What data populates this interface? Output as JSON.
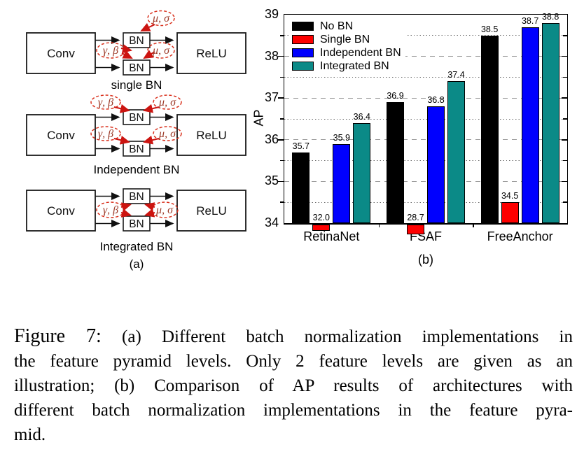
{
  "panel_a": {
    "sublabel": "(a)",
    "diagram1": {
      "title": "single BN",
      "conv": "Conv",
      "relu": "ReLU",
      "bn1": "BN",
      "bn2": "BN",
      "mu_top": "μ, σ",
      "gamma_mid": "γ, β",
      "mu_mid": "μ, σ"
    },
    "diagram2": {
      "title": "Independent BN",
      "conv": "Conv",
      "relu": "ReLU",
      "bn1": "BN",
      "bn2": "BN",
      "gamma_top": "γ, β",
      "mu_top": "μ, σ",
      "gamma_bottom": "γ, β",
      "mu_bottom": "μ, σ"
    },
    "diagram3": {
      "title": "Integrated BN",
      "conv": "Conv",
      "relu": "ReLU",
      "bn1": "BN",
      "bn2": "BN",
      "gamma": "γ, β",
      "mu": "μ, σ"
    }
  },
  "chart_data": {
    "type": "bar",
    "title": "",
    "categories": [
      "RetinaNet",
      "FSAF",
      "FreeAnchor"
    ],
    "series": [
      {
        "name": "No BN",
        "color": "#000000",
        "values": [
          35.7,
          36.9,
          38.5
        ]
      },
      {
        "name": "Single BN",
        "color": "#fd0000",
        "values": [
          32.0,
          28.7,
          34.5
        ]
      },
      {
        "name": "Independent BN",
        "color": "#0000fe",
        "values": [
          35.9,
          36.8,
          38.7
        ]
      },
      {
        "name": "Integrated BN",
        "color": "#0b8a87",
        "values": [
          36.4,
          37.4,
          38.8
        ]
      }
    ],
    "xlabel": "",
    "ylabel": "AP",
    "ylim": [
      34,
      39
    ],
    "ytick_step_major": 1,
    "ytick_step_minor": 0.5,
    "grid": "major dashed gray at integers, minor dotted at half units",
    "legend_position": "upper-left",
    "value_labels_decimals": 1,
    "sublabel": "(b)"
  },
  "caption": {
    "label": "Figure 7:",
    "lines": [
      "(a) Different batch normalization implementations in",
      "the feature pyramid levels.  Only 2 feature levels are given as an",
      "illustration; (b) Comparison of AP results of architectures with",
      "different batch normalization implementations in the feature pyra-",
      "mid."
    ]
  }
}
